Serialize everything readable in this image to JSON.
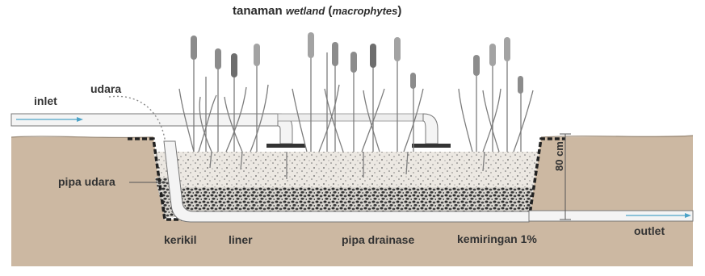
{
  "title": {
    "prefix": "tanaman ",
    "italic_1": "wetland",
    "middle": " (",
    "italic_2": "macrophytes",
    "suffix": ")"
  },
  "labels": {
    "inlet": "inlet",
    "udara": "udara",
    "pipa_udara": "pipa udara",
    "kerikil": "kerikil",
    "liner": "liner",
    "pipa_drainase": "pipa drainase",
    "kemiringan": "kemiringan 1%",
    "outlet": "outlet",
    "depth": "80 cm"
  },
  "colors": {
    "soil": "#ccb8a2",
    "sand_fill": "#ece8e2",
    "gravel_dark": "#3d3d3d",
    "liner": "#222222",
    "pipe": "#f4f4f4",
    "pipe_stroke": "#777777",
    "plant": "#7d7d7d",
    "flow_arrow": "#4da3c8"
  }
}
